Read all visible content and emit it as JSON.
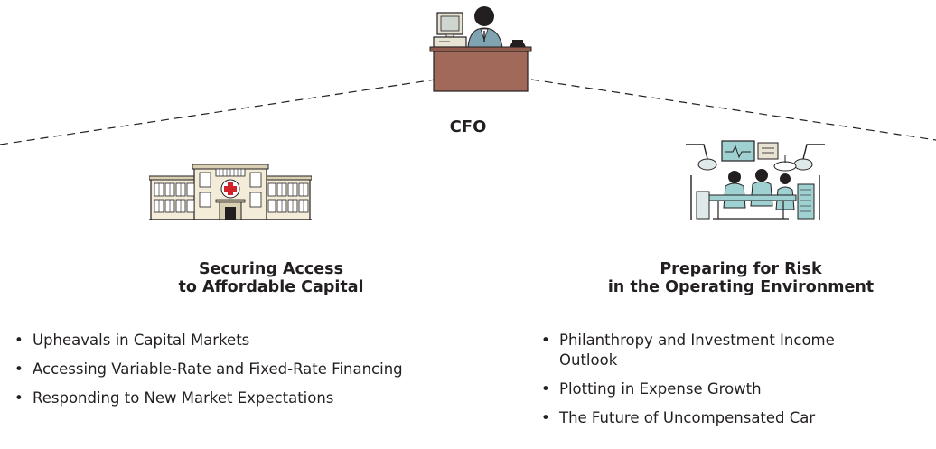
{
  "center": {
    "title": "CFO",
    "icon": "executive-at-desk-icon"
  },
  "left_branch": {
    "icon": "hospital-building-icon",
    "heading_line1": "Securing Access",
    "heading_line2": "to Affordable Capital",
    "bullet_symbol": "•",
    "items": [
      "Upheavals in Capital Markets",
      "Accessing Variable-Rate and Fixed-Rate Financing",
      "Responding to New Market Expectations"
    ]
  },
  "right_branch": {
    "icon": "operating-room-icon",
    "heading_line1": "Preparing for Risk",
    "heading_line2": "in the Operating Environment",
    "bullet_symbol": "•",
    "items": [
      "Philanthropy and Investment Income Outlook",
      "Plotting in Expense Growth",
      "The Future of Uncompensated Car"
    ]
  },
  "colors": {
    "desk": "#a0695a",
    "text": "#231f20",
    "building": "#f3ecd9",
    "cross": "#d2232a",
    "equipment": "#9fd0d2"
  }
}
